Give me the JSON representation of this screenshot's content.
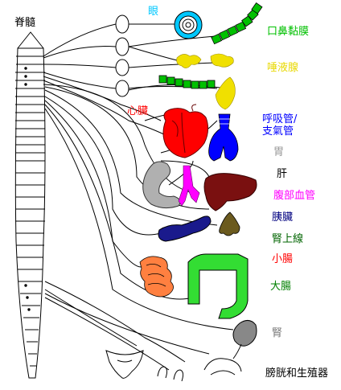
{
  "labels": {
    "spinal_cord": "脊髓",
    "eye": "眼",
    "oral_nasal_mucosa": "口鼻黏膜",
    "salivary_glands": "唾液腺",
    "heart": "心臟",
    "airways_line1": "呼吸管/",
    "airways_line2": "支氣管",
    "stomach": "胃",
    "liver": "肝",
    "abdominal_vessels": "腹部血管",
    "pancreas": "胰臟",
    "adrenal_gland": "腎上線",
    "small_intestine": "小腸",
    "large_intestine": "大腸",
    "kidney": "腎",
    "bladder_genitals": "膀胱和生殖器"
  },
  "colors": {
    "eye": "#00c8ff",
    "oral_nasal_mucosa": "#00c000",
    "salivary_glands": "#e8d800",
    "heart": "#ff0000",
    "airways": "#0000ff",
    "stomach": "#999999",
    "liver": "#000000",
    "abdominal_vessels": "#ff00ff",
    "pancreas": "#000080",
    "adrenal_gland": "#006400",
    "small_intestine": "#ff0000",
    "large_intestine": "#008000",
    "kidney": "#777777",
    "bladder_genitals": "#000000",
    "spinal_cord": "#000000"
  }
}
